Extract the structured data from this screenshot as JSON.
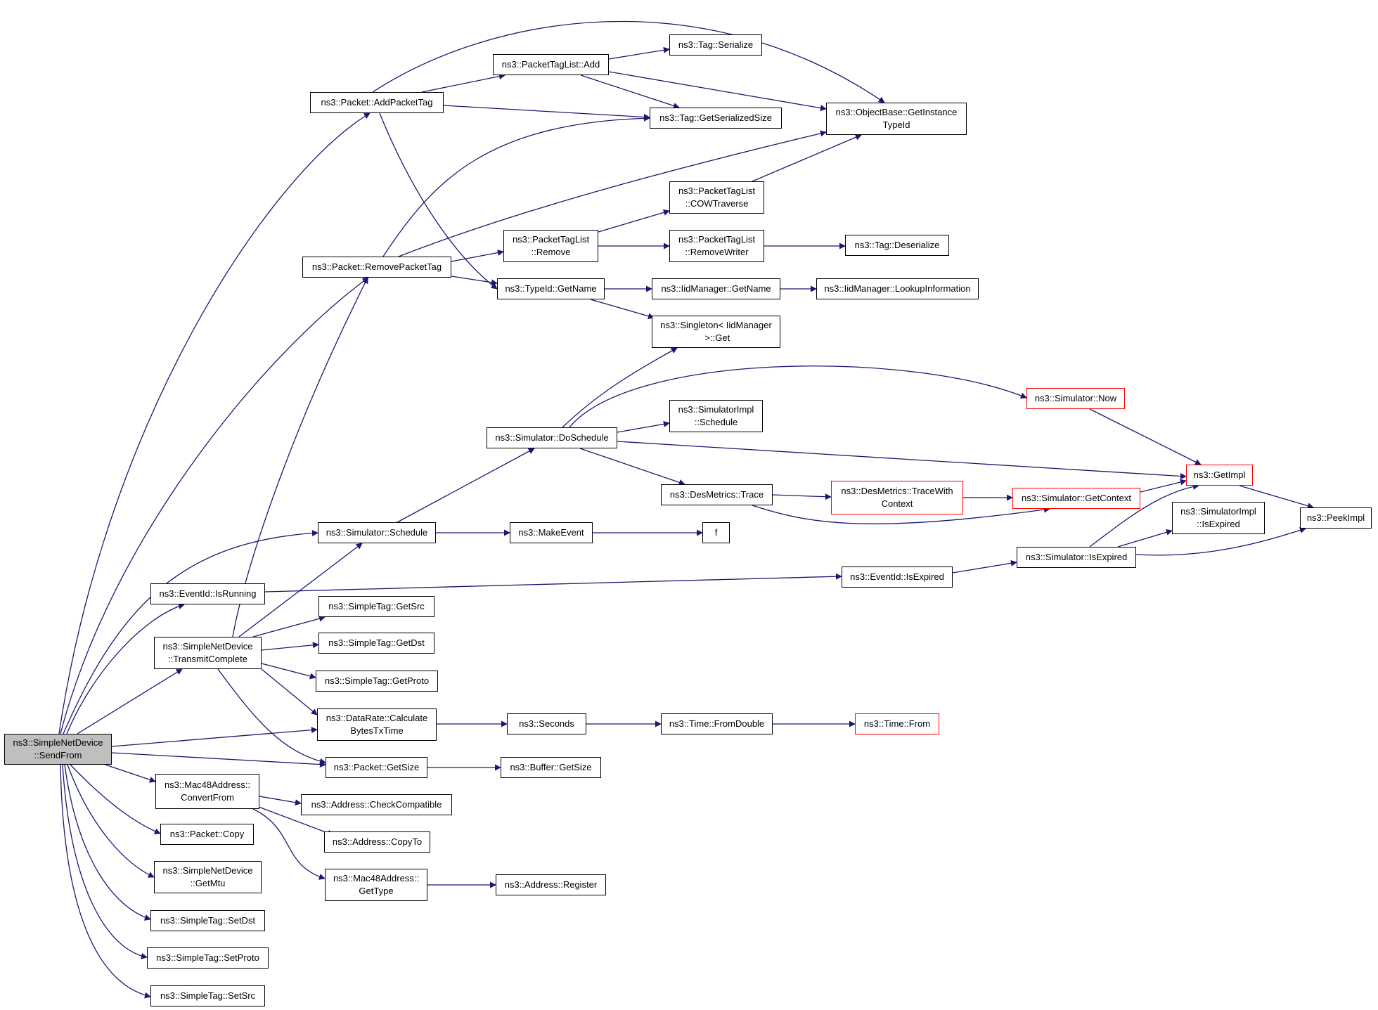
{
  "colors": {
    "edge": "#191970",
    "node_border": "#000000",
    "truncated_border": "#ff0000",
    "root_fill": "#bfbfbf"
  },
  "nodes": {
    "sendfrom": {
      "label": "ns3::SimpleNetDevice\n::SendFrom",
      "truncated": false,
      "root": true
    },
    "addpackettag": {
      "label": "ns3::Packet::AddPacketTag",
      "truncated": false
    },
    "removepackettag": {
      "label": "ns3::Packet::RemovePacketTag",
      "truncated": false
    },
    "sim_schedule": {
      "label": "ns3::Simulator::Schedule",
      "truncated": false
    },
    "eventid_isrunning": {
      "label": "ns3::EventId::IsRunning",
      "truncated": false
    },
    "transmitcomplete": {
      "label": "ns3::SimpleNetDevice\n::TransmitComplete",
      "truncated": false
    },
    "convertfrom": {
      "label": "ns3::Mac48Address::\nConvertFrom",
      "truncated": false
    },
    "packet_copy": {
      "label": "ns3::Packet::Copy",
      "truncated": false
    },
    "getmtu": {
      "label": "ns3::SimpleNetDevice\n::GetMtu",
      "truncated": false
    },
    "setdst": {
      "label": "ns3::SimpleTag::SetDst",
      "truncated": false
    },
    "setproto": {
      "label": "ns3::SimpleTag::SetProto",
      "truncated": false
    },
    "setsrc": {
      "label": "ns3::SimpleTag::SetSrc",
      "truncated": false
    },
    "ptl_add": {
      "label": "ns3::PacketTagList::Add",
      "truncated": false
    },
    "tag_getsersize": {
      "label": "ns3::Tag::GetSerializedSize",
      "truncated": false
    },
    "typeid_getname": {
      "label": "ns3::TypeId::GetName",
      "truncated": false
    },
    "getinstancetypeid": {
      "label": "ns3::ObjectBase::GetInstance\nTypeId",
      "truncated": false
    },
    "tag_serialize": {
      "label": "ns3::Tag::Serialize",
      "truncated": false
    },
    "ptl_remove": {
      "label": "ns3::PacketTagList\n::Remove",
      "truncated": false
    },
    "ptl_cow": {
      "label": "ns3::PacketTagList\n::COWTraverse",
      "truncated": false
    },
    "ptl_removewriter": {
      "label": "ns3::PacketTagList\n::RemoveWriter",
      "truncated": false
    },
    "tag_deserialize": {
      "label": "ns3::Tag::Deserialize",
      "truncated": false
    },
    "iid_getname": {
      "label": "ns3::IidManager::GetName",
      "truncated": false
    },
    "iid_lookup": {
      "label": "ns3::IidManager::LookupInformation",
      "truncated": false
    },
    "singleton_get": {
      "label": "ns3::Singleton< IidManager\n >::Get",
      "truncated": false
    },
    "sim_doschedule": {
      "label": "ns3::Simulator::DoSchedule",
      "truncated": false
    },
    "simimpl_schedule": {
      "label": "ns3::SimulatorImpl\n::Schedule",
      "truncated": false
    },
    "sim_now": {
      "label": "ns3::Simulator::Now",
      "truncated": true
    },
    "getimpl": {
      "label": "ns3::GetImpl",
      "truncated": true
    },
    "desmetrics_trace": {
      "label": "ns3::DesMetrics::Trace",
      "truncated": false
    },
    "desmetrics_tracewith": {
      "label": "ns3::DesMetrics::TraceWith\nContext",
      "truncated": true
    },
    "sim_getcontext": {
      "label": "ns3::Simulator::GetContext",
      "truncated": true
    },
    "peekimpl": {
      "label": "ns3::PeekImpl",
      "truncated": false
    },
    "makeevent": {
      "label": "ns3::MakeEvent",
      "truncated": false
    },
    "f": {
      "label": "f",
      "truncated": false
    },
    "simimpl_isexpired": {
      "label": "ns3::SimulatorImpl\n::IsExpired",
      "truncated": false
    },
    "sim_isexpired": {
      "label": "ns3::Simulator::IsExpired",
      "truncated": false
    },
    "eventid_isexpired": {
      "label": "ns3::EventId::IsExpired",
      "truncated": false
    },
    "getsrc": {
      "label": "ns3::SimpleTag::GetSrc",
      "truncated": false
    },
    "getdst": {
      "label": "ns3::SimpleTag::GetDst",
      "truncated": false
    },
    "getproto": {
      "label": "ns3::SimpleTag::GetProto",
      "truncated": false
    },
    "calcbytes": {
      "label": "ns3::DataRate::Calculate\nBytesTxTime",
      "truncated": false
    },
    "seconds": {
      "label": "ns3::Seconds",
      "truncated": false
    },
    "time_fromdouble": {
      "label": "ns3::Time::FromDouble",
      "truncated": false
    },
    "time_from": {
      "label": "ns3::Time::From",
      "truncated": true
    },
    "packet_getsize": {
      "label": "ns3::Packet::GetSize",
      "truncated": false
    },
    "buffer_getsize": {
      "label": "ns3::Buffer::GetSize",
      "truncated": false
    },
    "addr_checkcompat": {
      "label": "ns3::Address::CheckCompatible",
      "truncated": false
    },
    "addr_copyto": {
      "label": "ns3::Address::CopyTo",
      "truncated": false
    },
    "mac48_gettype": {
      "label": "ns3::Mac48Address::\nGetType",
      "truncated": false
    },
    "addr_register": {
      "label": "ns3::Address::Register",
      "truncated": false
    }
  }
}
